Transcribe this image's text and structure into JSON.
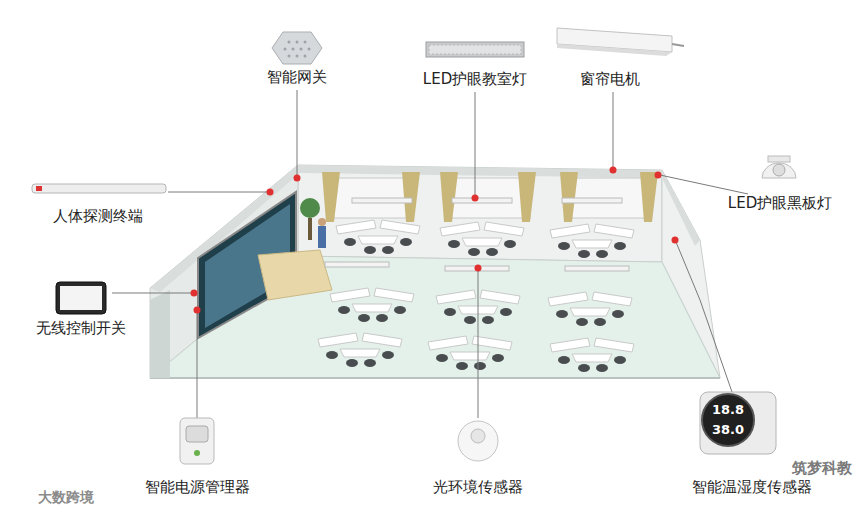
{
  "diagram": {
    "labels": [
      "智能网关",
      "LED护眼教室灯",
      "窗帘电机",
      "LED护眼黑板灯",
      "人体探测终端",
      "无线控制开关",
      "智能电源管理器",
      "光环境传感器",
      "智能温湿度传感器",
      "18.8",
      "38.0",
      "大数跨境",
      "筑梦科教"
    ]
  }
}
